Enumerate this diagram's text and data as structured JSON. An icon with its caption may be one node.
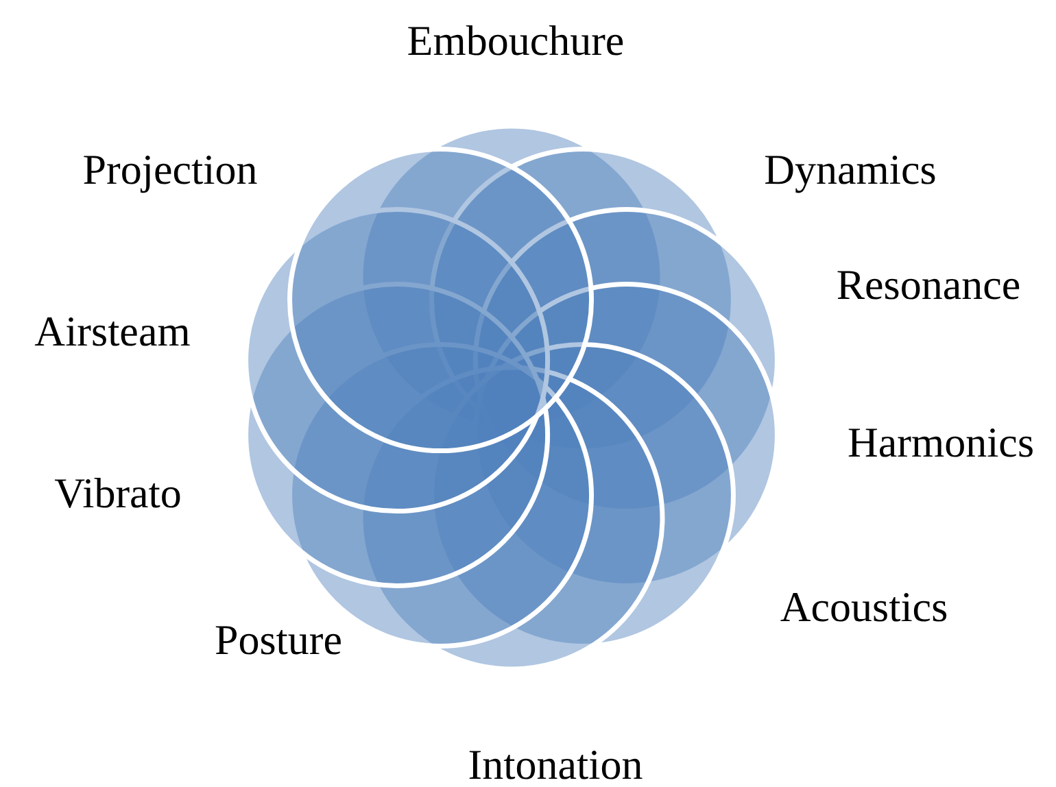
{
  "diagram": {
    "nodes": [
      {
        "text": [],
        "shape": "circle"
      },
      {
        "text": [],
        "shape": "circle"
      },
      {
        "text": [],
        "shape": "circle"
      },
      {
        "text": [],
        "shape": "circle"
      },
      {
        "text": [],
        "shape": "circle"
      },
      {
        "text": [],
        "shape": "circle"
      },
      {
        "text": [],
        "shape": "circle"
      },
      {
        "text": [],
        "shape": "circle"
      },
      {
        "text": [],
        "shape": "circle"
      },
      {
        "text": [],
        "shape": "circle"
      }
    ],
    "labels": [
      "Embouchure",
      "Projection",
      "Dynamics",
      "Resonance",
      "Airsteam",
      "Harmonics",
      "Vibrato",
      "Acoustics",
      "Posture",
      "Intonation"
    ]
  }
}
